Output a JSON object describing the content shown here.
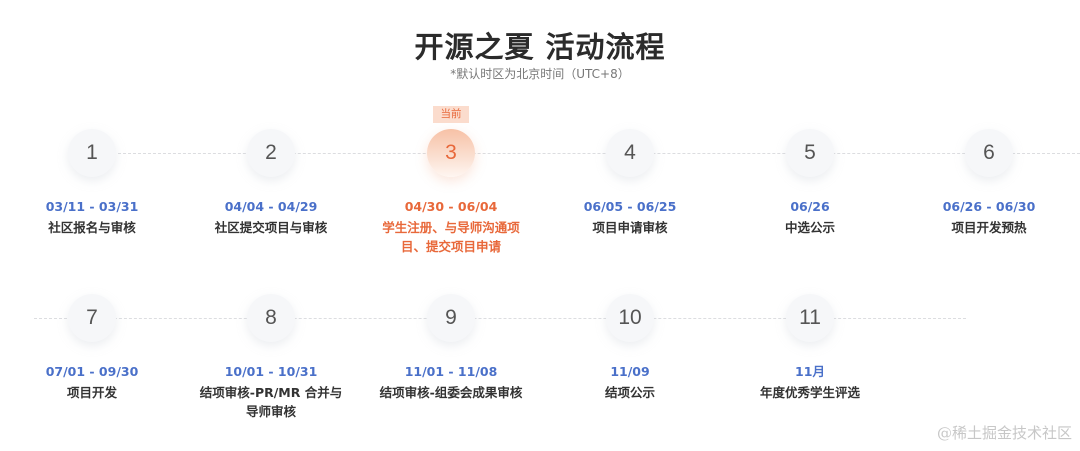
{
  "header": {
    "title": "开源之夏 活动流程",
    "subtitle": "*默认时区为北京时间（UTC+8）"
  },
  "colors": {
    "date_blue": "#4a70c9",
    "current_orange": "#e8683a",
    "text_dark": "#333333"
  },
  "current_badge": "当前",
  "steps": [
    {
      "number": "1",
      "date": "03/11 - 03/31",
      "desc": "社区报名与审核"
    },
    {
      "number": "2",
      "date": "04/04 - 04/29",
      "desc": "社区提交项目与审核"
    },
    {
      "number": "3",
      "date": "04/30 - 06/04",
      "desc": "学生注册、与导师沟通项目、提交项目申请",
      "current": true
    },
    {
      "number": "4",
      "date": "06/05 - 06/25",
      "desc": "项目申请审核"
    },
    {
      "number": "5",
      "date": "06/26",
      "desc": "中选公示"
    },
    {
      "number": "6",
      "date": "06/26 - 06/30",
      "desc": "项目开发预热"
    },
    {
      "number": "7",
      "date": "07/01 - 09/30",
      "desc": "项目开发"
    },
    {
      "number": "8",
      "date": "10/01 - 10/31",
      "desc": "结项审核-PR/MR 合并与导师审核"
    },
    {
      "number": "9",
      "date": "11/01 - 11/08",
      "desc": "结项审核-组委会成果审核"
    },
    {
      "number": "10",
      "date": "11/09",
      "desc": "结项公示"
    },
    {
      "number": "11",
      "date": "11月",
      "desc": "年度优秀学生评选"
    }
  ],
  "watermark": "@稀土掘金技术社区"
}
